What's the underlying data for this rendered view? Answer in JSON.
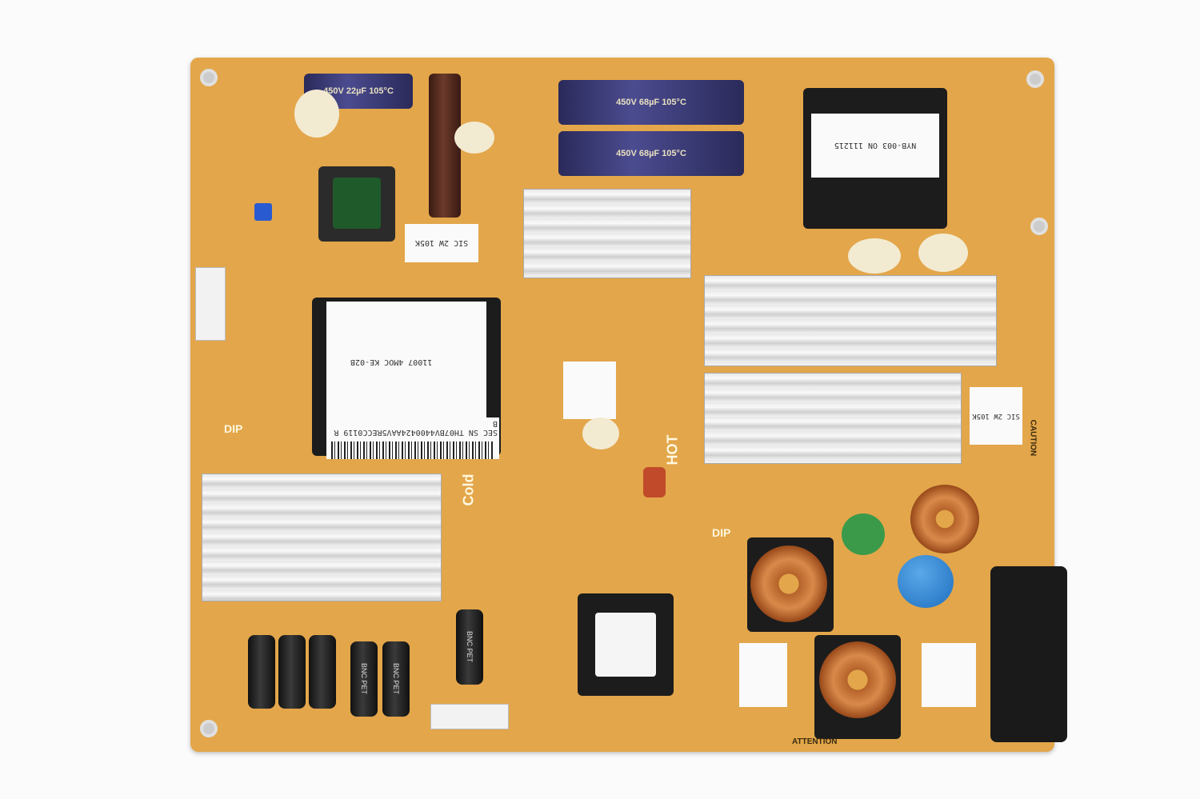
{
  "image": {
    "subject": "power-supply-circuit-board",
    "colors": {
      "board": "#e3a64a",
      "background": "#fbfbfb",
      "heatsink": "#e8e8e8",
      "capacitor": "#3b3b7a"
    }
  },
  "silkscreen": {
    "dip_left": "DIP",
    "dip_right": "DIP",
    "cold": "Cold",
    "hot": "HOT",
    "attention": "ATTENTION",
    "caution": "CAUTION"
  },
  "transformer_label": {
    "line1": "11007 4MOC KE-02B",
    "line2": "SEC SN  TH07BV4400424AAV5RECC0119  R B"
  },
  "capacitors": {
    "top_large": "450V 68µF 105°C",
    "top_small": "450V 22µF 105°C",
    "bottom": "BNC PET"
  },
  "film_caps": {
    "sic1": "SIC 2W 105K",
    "sic2": "SIC 2W 105K"
  },
  "top_transformer_label": "NYB-003 ON 111215"
}
